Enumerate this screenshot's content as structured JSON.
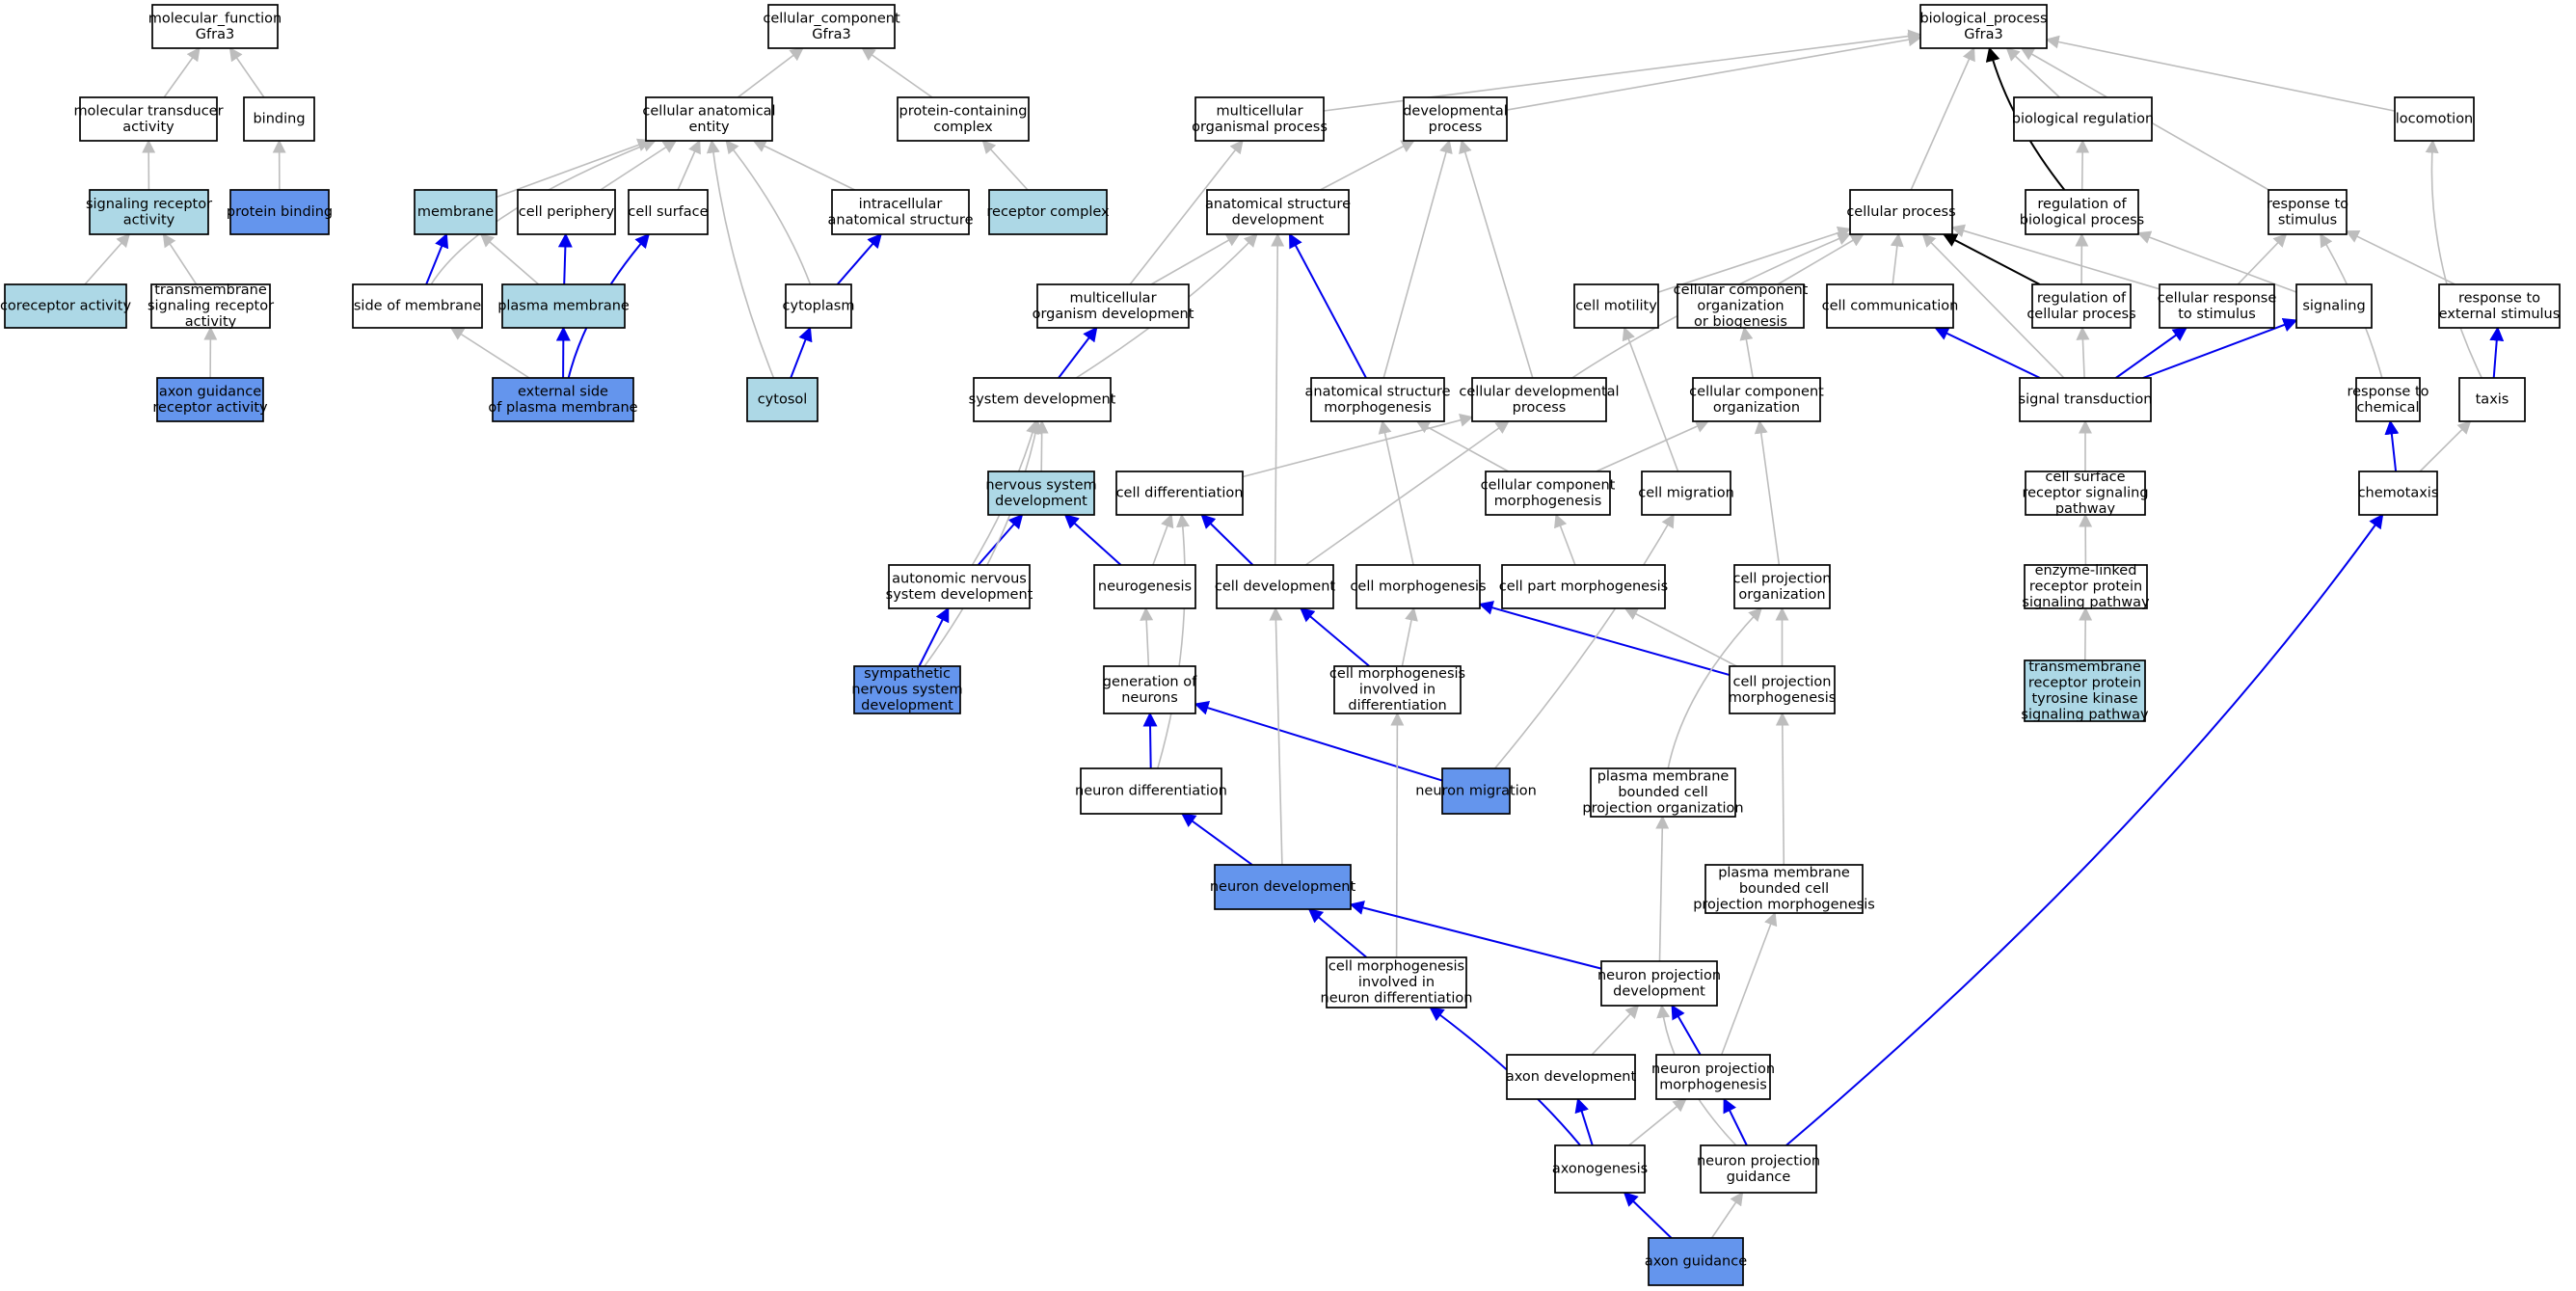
{
  "colors": {
    "plain": "#ffffff",
    "light": "#add8e6",
    "dark": "#6495ed",
    "edge_gray": "#bdbdbd",
    "edge_blue": "#0000ee",
    "edge_black": "#000000"
  },
  "nodes": {
    "mf_root": [
      "molecular_function",
      "Gfra3"
    ],
    "mol_transducer": [
      "molecular transducer",
      "activity"
    ],
    "binding": [
      "binding"
    ],
    "sig_receptor": [
      "signaling receptor",
      "activity"
    ],
    "protein_binding": [
      "protein binding"
    ],
    "coreceptor": [
      "coreceptor activity"
    ],
    "tm_sig_receptor": [
      "transmembrane",
      "signaling receptor",
      "activity"
    ],
    "axon_guid_receptor": [
      "axon guidance",
      "receptor activity"
    ],
    "cc_root": [
      "cellular_component",
      "Gfra3"
    ],
    "cell_anat_entity": [
      "cellular anatomical",
      "entity"
    ],
    "protein_complex": [
      "protein-containing",
      "complex"
    ],
    "membrane": [
      "membrane"
    ],
    "cell_periphery": [
      "cell periphery"
    ],
    "cell_surface": [
      "cell surface"
    ],
    "intracellular": [
      "intracellular",
      "anatomical structure"
    ],
    "receptor_complex": [
      "receptor complex"
    ],
    "side_of_membrane": [
      "side of membrane"
    ],
    "plasma_membrane": [
      "plasma membrane"
    ],
    "cytoplasm": [
      "cytoplasm"
    ],
    "external_side": [
      "external side",
      "of plasma membrane"
    ],
    "cytosol": [
      "cytosol"
    ],
    "bp_root": [
      "biological_process",
      "Gfra3"
    ],
    "multicell_proc": [
      "multicellular",
      "organismal process"
    ],
    "dev_proc": [
      "developmental",
      "process"
    ],
    "bio_reg": [
      "biological regulation"
    ],
    "locomotion": [
      "locomotion"
    ],
    "anat_struct_dev": [
      "anatomical structure",
      "development"
    ],
    "cellular_process": [
      "cellular process"
    ],
    "reg_bio_proc": [
      "regulation of",
      "biological process"
    ],
    "response_stimulus": [
      "response to",
      "stimulus"
    ],
    "multicell_org_dev": [
      "multicellular",
      "organism development"
    ],
    "cell_motility": [
      "cell motility"
    ],
    "cc_org_biogen": [
      "cellular component",
      "organization",
      "or biogenesis"
    ],
    "cell_comm": [
      "cell communication"
    ],
    "reg_cell_proc": [
      "regulation of",
      "cellular process"
    ],
    "cell_resp_stim": [
      "cellular response",
      "to stimulus"
    ],
    "signaling": [
      "signaling"
    ],
    "resp_ext_stim": [
      "response to",
      "external stimulus"
    ],
    "system_dev": [
      "system development"
    ],
    "anat_struct_morph": [
      "anatomical structure",
      "morphogenesis"
    ],
    "cell_dev_proc": [
      "cellular developmental",
      "process"
    ],
    "cc_org": [
      "cellular component",
      "organization"
    ],
    "signal_transduction": [
      "signal transduction"
    ],
    "resp_chemical": [
      "response to",
      "chemical"
    ],
    "taxis": [
      "taxis"
    ],
    "nervous_sys_dev": [
      "nervous system",
      "development"
    ],
    "cell_diff": [
      "cell differentiation"
    ],
    "cc_morph": [
      "cellular component",
      "morphogenesis"
    ],
    "cell_migration": [
      "cell migration"
    ],
    "cell_surf_rec_path": [
      "cell surface",
      "receptor signaling",
      "pathway"
    ],
    "chemotaxis": [
      "chemotaxis"
    ],
    "autonomic_ns_dev": [
      "autonomic nervous",
      "system development"
    ],
    "neurogenesis": [
      "neurogenesis"
    ],
    "cell_development": [
      "cell development"
    ],
    "cell_morphogenesis": [
      "cell morphogenesis"
    ],
    "cell_part_morph": [
      "cell part morphogenesis"
    ],
    "cell_proj_org": [
      "cell projection",
      "organization"
    ],
    "enzyme_linked": [
      "enzyme-linked",
      "receptor protein",
      "signaling pathway"
    ],
    "sympathetic_ns_dev": [
      "sympathetic",
      "nervous system",
      "development"
    ],
    "gen_neurons": [
      "generation of",
      "neurons"
    ],
    "cell_morph_diff": [
      "cell morphogenesis",
      "involved in",
      "differentiation"
    ],
    "cell_proj_morph": [
      "cell projection",
      "morphogenesis"
    ],
    "tm_rtk_path": [
      "transmembrane",
      "receptor protein",
      "tyrosine kinase",
      "signaling pathway"
    ],
    "neuron_diff": [
      "neuron differentiation"
    ],
    "neuron_migration": [
      "neuron migration"
    ],
    "pm_bounded_org": [
      "plasma membrane",
      "bounded cell",
      "projection organization"
    ],
    "neuron_development": [
      "neuron development"
    ],
    "pm_bounded_morph": [
      "plasma membrane",
      "bounded cell",
      "projection morphogenesis"
    ],
    "cell_morph_neuron_diff": [
      "cell morphogenesis",
      "involved in",
      "neuron differentiation"
    ],
    "neuron_proj_dev": [
      "neuron projection",
      "development"
    ],
    "axon_development": [
      "axon development"
    ],
    "neuron_proj_morph": [
      "neuron projection",
      "morphogenesis"
    ],
    "axonogenesis": [
      "axonogenesis"
    ],
    "neuron_proj_guid": [
      "neuron projection",
      "guidance"
    ],
    "axon_guidance": [
      "axon guidance"
    ]
  }
}
